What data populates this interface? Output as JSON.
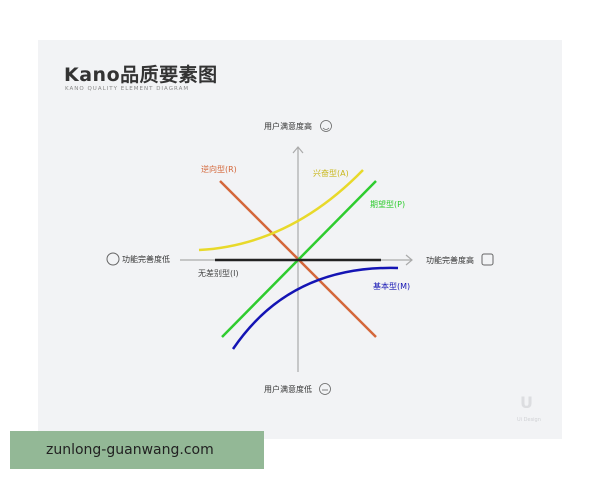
{
  "title": "Kano品质要素图",
  "subtitle": "KANO QUALITY ELEMENT DIAGRAM",
  "axes": {
    "y_high": "用户满意度高",
    "y_low": "用户满意度低",
    "x_low": "功能完善度低",
    "x_high": "功能完善度高"
  },
  "curves": [
    {
      "label": "逆向型(R)",
      "color": "#d4673a"
    },
    {
      "label": "兴奋型(A)",
      "color": "#e8d92a"
    },
    {
      "label": "期望型(P)",
      "color": "#2fcc2f"
    },
    {
      "label": "无差别型(I)",
      "color": "#222222"
    },
    {
      "label": "基本型(M)",
      "color": "#1414b4"
    }
  ],
  "logo": {
    "mark": "U",
    "text": "Ui Design"
  },
  "watermark": "zunlong-guanwang.com"
}
